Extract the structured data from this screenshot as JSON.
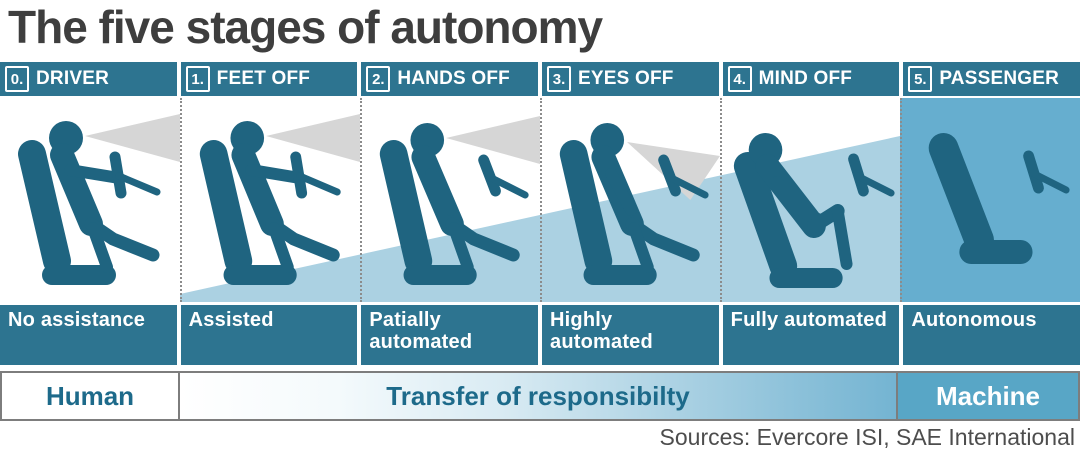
{
  "title": "The five stages of autonomy",
  "source": "Sources: Evercore ISI, SAE International",
  "colors": {
    "teal": "#2d7490",
    "icon_teal": "#1f6480",
    "wedge_blue": "#abd1e2",
    "stage5_bg": "#66aecf",
    "machine_bg": "#58a6c6",
    "text_teal": "#1d6a8a",
    "gaze_cone_gray": "#d6d6d6",
    "title_gray": "#3e3e3e"
  },
  "stages": [
    {
      "number": "0.",
      "header": "DRIVER",
      "label": "No assistance",
      "icon": "driver-attentive-icon"
    },
    {
      "number": "1.",
      "header": "FEET OFF",
      "label": "Assisted",
      "icon": "driver-feet-off-icon"
    },
    {
      "number": "2.",
      "header": "HANDS OFF",
      "label": "Patially automated",
      "icon": "driver-hands-off-icon"
    },
    {
      "number": "3.",
      "header": "EYES OFF",
      "label": "Highly automated",
      "icon": "driver-eyes-off-icon"
    },
    {
      "number": "4.",
      "header": "MIND OFF",
      "label": "Fully automated",
      "icon": "driver-mind-off-icon"
    },
    {
      "number": "5.",
      "header": "PASSENGER",
      "label": "Autonomous",
      "icon": "empty-seat-icon"
    }
  ],
  "bottom_bar": {
    "human": "Human",
    "transfer": "Transfer of responsibilty",
    "machine": "Machine"
  }
}
